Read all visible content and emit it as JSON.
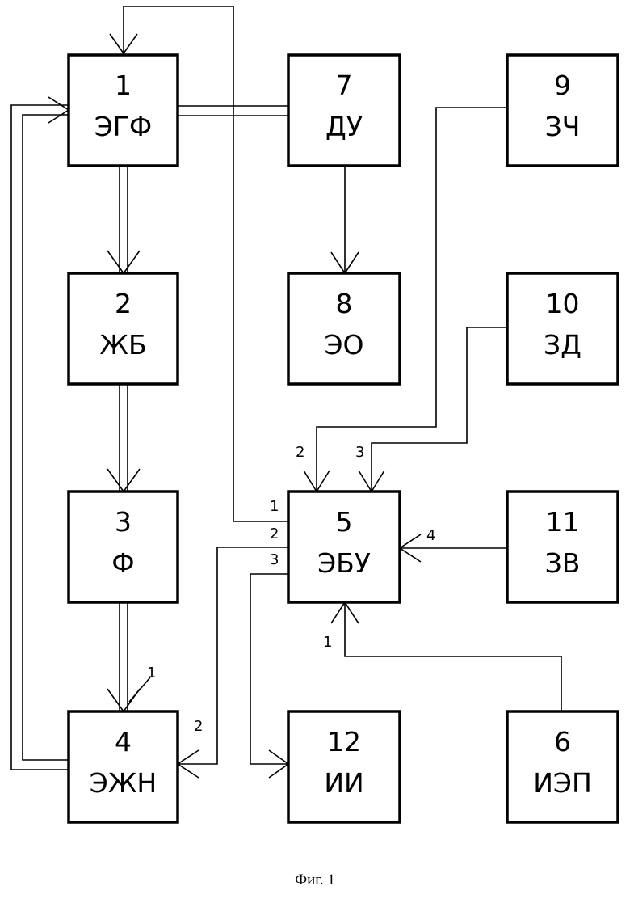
{
  "blocks": [
    {
      "id": "b1",
      "number": "1",
      "label": "ЭГФ"
    },
    {
      "id": "b2",
      "number": "2",
      "label": "ЖБ"
    },
    {
      "id": "b3",
      "number": "3",
      "label": "Ф"
    },
    {
      "id": "b4",
      "number": "4",
      "label": "ЭЖН"
    },
    {
      "id": "b5",
      "number": "5",
      "label": "ЭБУ"
    },
    {
      "id": "b6",
      "number": "6",
      "label": "ИЭП"
    },
    {
      "id": "b7",
      "number": "7",
      "label": "ДУ"
    },
    {
      "id": "b8",
      "number": "8",
      "label": "ЭО"
    },
    {
      "id": "b9",
      "number": "9",
      "label": "ЗЧ"
    },
    {
      "id": "b10",
      "number": "10",
      "label": "ЗД"
    },
    {
      "id": "b11",
      "number": "11",
      "label": "ЗВ"
    },
    {
      "id": "b12",
      "number": "12",
      "label": "ИИ"
    }
  ],
  "ports": {
    "b5_left_1": "1",
    "b5_left_2": "2",
    "b5_left_3": "3",
    "b5_top_2": "2",
    "b5_top_3": "3",
    "b5_right_4": "4",
    "b5_bottom_1": "1",
    "b4_top_1": "1",
    "b4_right_2": "2"
  },
  "caption": "Фиг. 1"
}
